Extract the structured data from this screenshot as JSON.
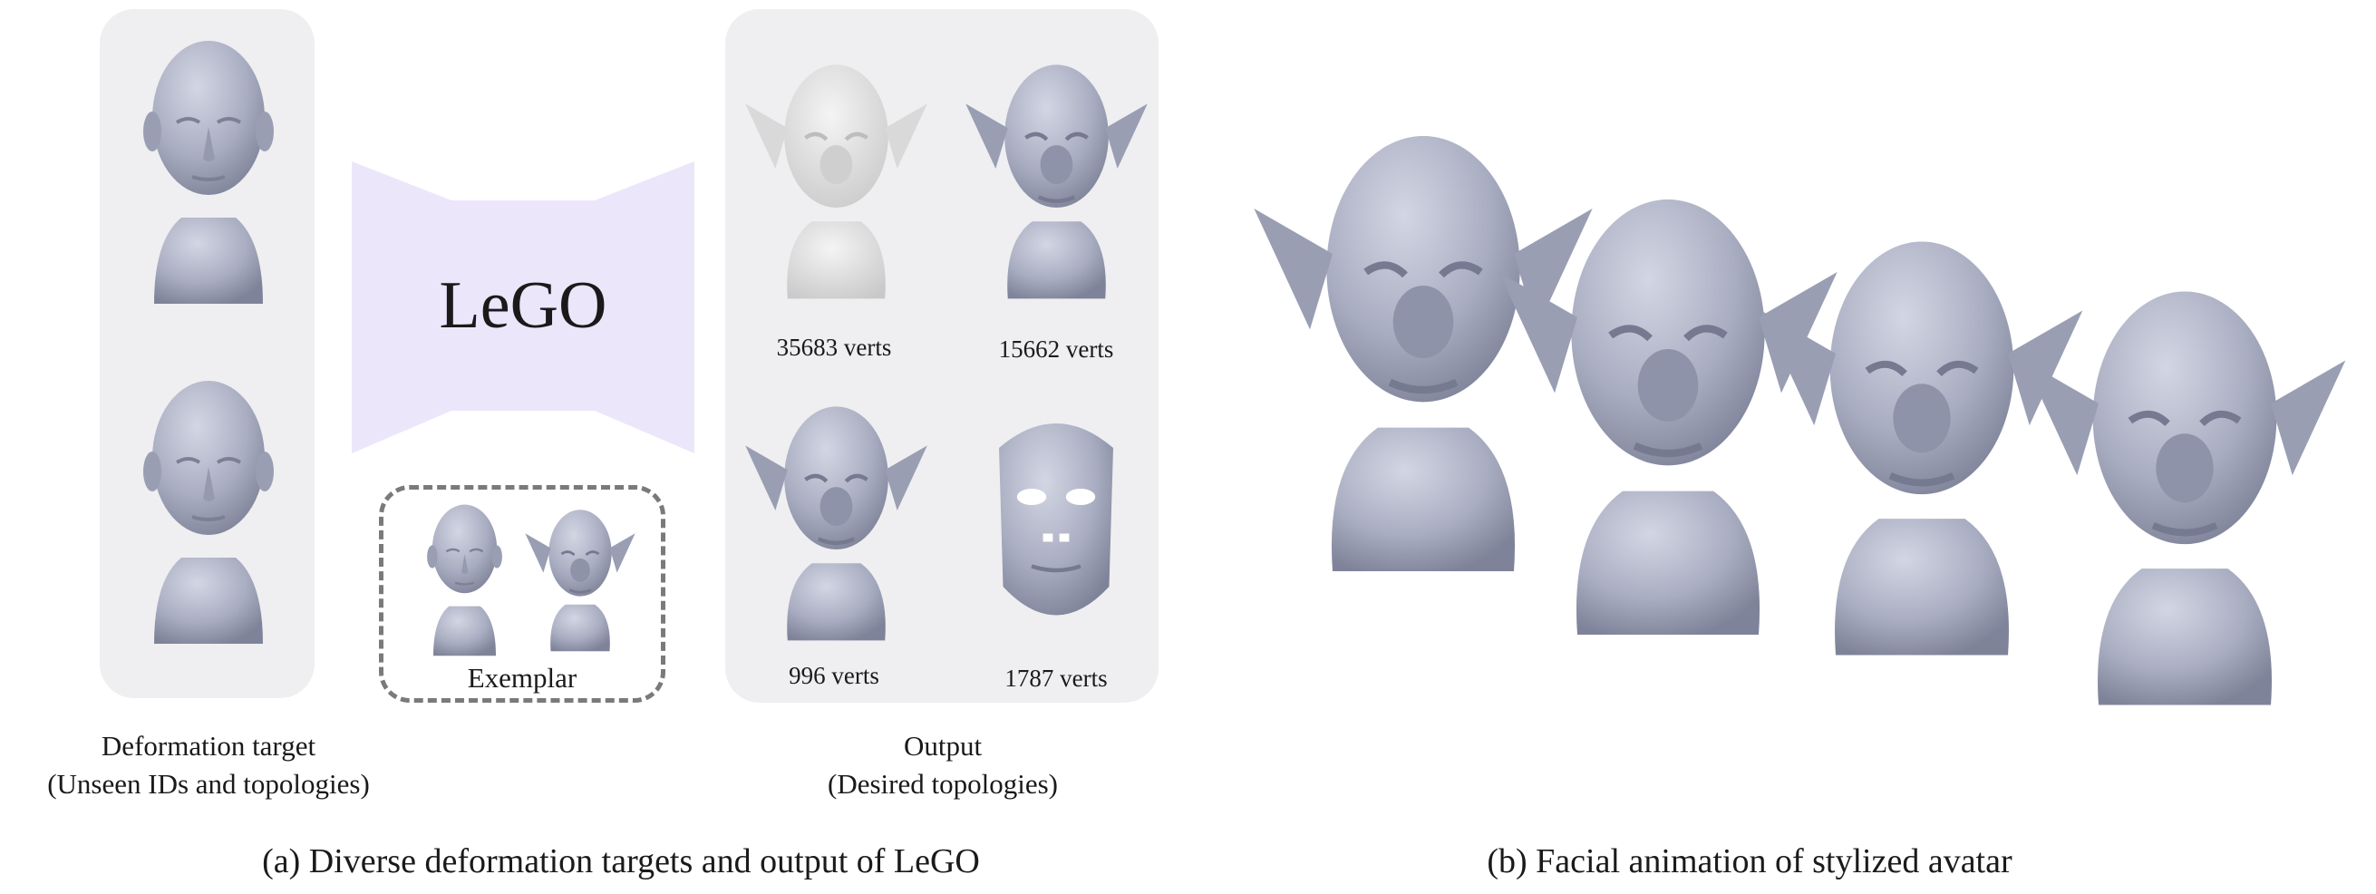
{
  "panel_a": {
    "center_label": "LeGO",
    "exemplar_label": "Exemplar",
    "target_label_line1": "Deformation target",
    "target_label_line2": "(Unseen IDs and topologies)",
    "output_label_line1": "Output",
    "output_label_line2": "(Desired topologies)",
    "outputs": [
      {
        "verts": "35683 verts"
      },
      {
        "verts": "15662 verts"
      },
      {
        "verts": "996 verts"
      },
      {
        "verts": "1787 verts"
      }
    ],
    "caption": "(a) Diverse deformation targets and output of LeGO"
  },
  "panel_b": {
    "caption": "(b) Facial animation of stylized avatar"
  },
  "colors": {
    "panel_bg": "#efeff1",
    "lego_shape": "#ece6fb",
    "head_fill": "#a9adc1",
    "head_shadow": "#8c90a6",
    "dashed": "#7a7a7a"
  }
}
